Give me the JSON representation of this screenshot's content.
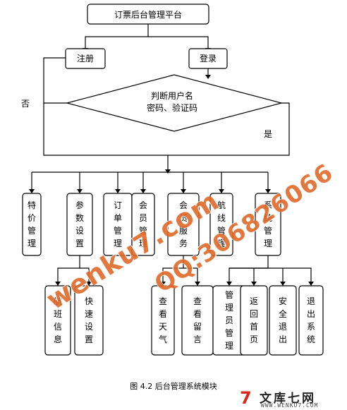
{
  "title": "订票后台管理平台",
  "register": "注册",
  "login": "登录",
  "decision": {
    "line1": "判断用户名",
    "line2": "密码、验证码"
  },
  "no_label": "否",
  "yes_label": "是",
  "modules": [
    "特价管理",
    "参数设置",
    "订单管理",
    "会员管理",
    "会员服务",
    "航线管理",
    "系统管理"
  ],
  "param_children": [
    "航班信息",
    "快速设置"
  ],
  "service_children": [
    "查看天气",
    "查看留言"
  ],
  "system_children": [
    "管理员管理",
    "返回首页",
    "安全退出",
    "退出系统"
  ],
  "caption": "图 4.2  后台管理系统模块",
  "watermarks": [
    "wenku7.com",
    "QQ:306826066"
  ],
  "site_logo": {
    "mark": "7",
    "name": "文库七网",
    "url": "WWW.WENKU7.COM"
  },
  "colors": {
    "watermark": "#e06a2a",
    "logo_red": "#d42a1e"
  }
}
